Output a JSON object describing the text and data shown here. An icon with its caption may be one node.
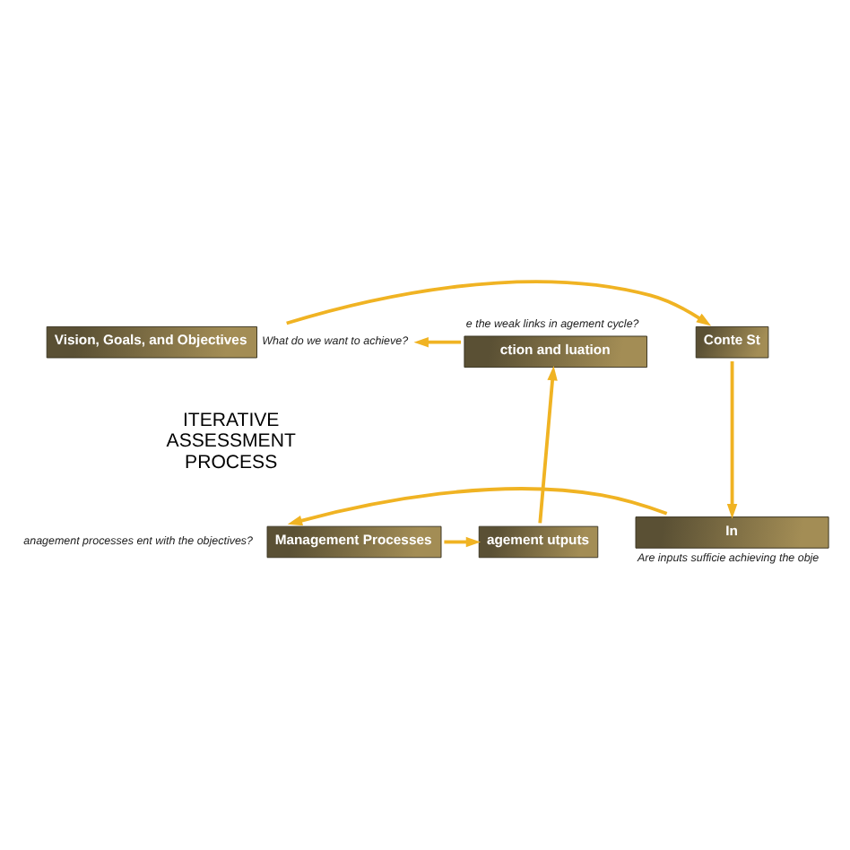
{
  "diagram": {
    "nodes": [
      {
        "text": [
          "Vision, Goals, and Objectives"
        ],
        "beside": [
          "What do we want to achieve?"
        ]
      },
      {
        "text": [
          "Conte St"
        ]
      },
      {
        "text": [
          "In"
        ],
        "beside": [
          "Are inputs sufficie achieving the obje"
        ]
      },
      {
        "text": [
          "Management Processes"
        ],
        "beside": [
          "anagement processes ent with the objectives?"
        ]
      },
      {
        "text": [
          "agement utputs"
        ]
      },
      {
        "text": [
          "ction and luation"
        ],
        "beside": [
          "e the weak links in agement cycle?"
        ]
      }
    ],
    "edges": [
      {
        "from": 5,
        "to": 0,
        "arrow": "to"
      },
      {
        "from": 0,
        "to": 1,
        "arrow": "to"
      },
      {
        "from": 1,
        "to": 2,
        "arrow": "to"
      },
      {
        "from": 2,
        "to": 3,
        "arrow": "to"
      },
      {
        "from": 3,
        "to": 4,
        "arrow": "to"
      },
      {
        "from": 4,
        "to": 5,
        "arrow": "to"
      }
    ],
    "labels": [
      "ITERATIVE ASSESSMENT PROCESS"
    ]
  }
}
